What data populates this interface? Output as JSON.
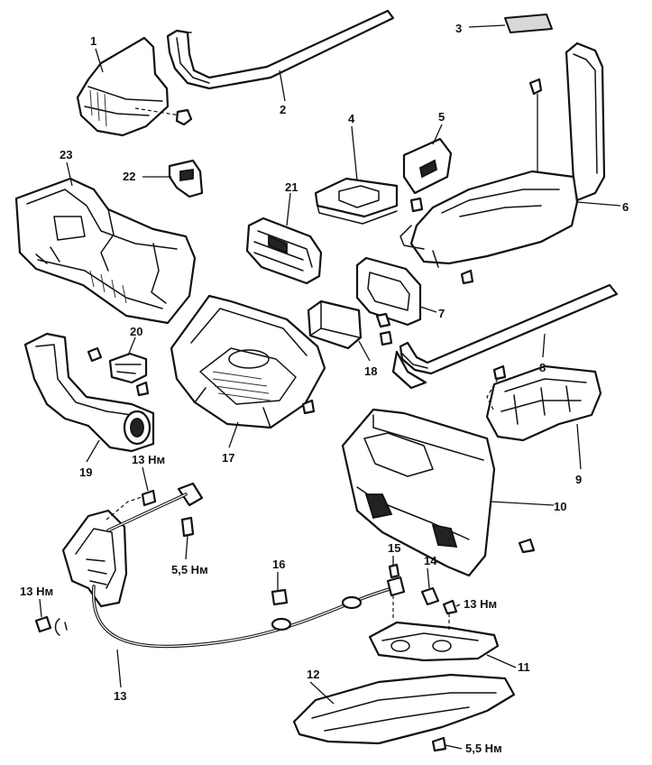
{
  "callouts": [
    {
      "id": "1",
      "text": "1"
    },
    {
      "id": "2",
      "text": "2"
    },
    {
      "id": "3",
      "text": "3"
    },
    {
      "id": "4",
      "text": "4"
    },
    {
      "id": "5",
      "text": "5"
    },
    {
      "id": "6",
      "text": "6"
    },
    {
      "id": "7",
      "text": "7"
    },
    {
      "id": "8",
      "text": "8"
    },
    {
      "id": "9",
      "text": "9"
    },
    {
      "id": "10",
      "text": "10"
    },
    {
      "id": "11",
      "text": "11"
    },
    {
      "id": "12",
      "text": "12"
    },
    {
      "id": "13a",
      "text": "13"
    },
    {
      "id": "14",
      "text": "14"
    },
    {
      "id": "15",
      "text": "15"
    },
    {
      "id": "16",
      "text": "16"
    },
    {
      "id": "17",
      "text": "17"
    },
    {
      "id": "18",
      "text": "18"
    },
    {
      "id": "19",
      "text": "19"
    },
    {
      "id": "20",
      "text": "20"
    },
    {
      "id": "21",
      "text": "21"
    },
    {
      "id": "22",
      "text": "22"
    },
    {
      "id": "23",
      "text": "23"
    }
  ],
  "torques": [
    {
      "id": "t1",
      "text": "13 Нм"
    },
    {
      "id": "t2",
      "text": "5,5 Нм"
    },
    {
      "id": "t3",
      "text": "13 Нм"
    },
    {
      "id": "t4",
      "text": "13 Нм"
    },
    {
      "id": "t5",
      "text": "5,5 Нм"
    }
  ]
}
